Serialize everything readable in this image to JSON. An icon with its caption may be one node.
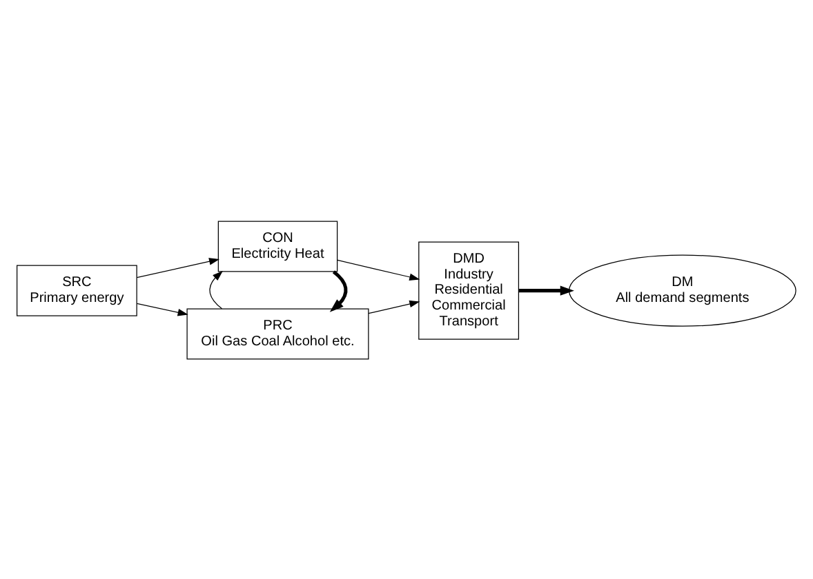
{
  "diagram": {
    "nodes": [
      {
        "text": [
          "SRC",
          "Primary energy"
        ]
      },
      {
        "text": [
          "CON",
          "Electricity Heat"
        ]
      },
      {
        "text": [
          "PRC",
          "Oil Gas Coal Alcohol etc."
        ]
      },
      {
        "text": [
          "DMD",
          "Industry",
          "Residential",
          "Commercial",
          "Transport"
        ]
      },
      {
        "text": [
          "DM",
          "All demand segments"
        ]
      }
    ],
    "edges": [
      {
        "from": 0,
        "to": 1,
        "arrow": "to"
      },
      {
        "from": 0,
        "to": 2,
        "arrow": "to"
      },
      {
        "from": 1,
        "to": 2,
        "arrow": "to",
        "style": "thick"
      },
      {
        "from": 2,
        "to": 1,
        "arrow": "to"
      },
      {
        "from": 1,
        "to": 3,
        "arrow": "to"
      },
      {
        "from": 2,
        "to": 3,
        "arrow": "to"
      },
      {
        "from": 3,
        "to": 4,
        "arrow": "to",
        "style": "thick"
      }
    ]
  }
}
